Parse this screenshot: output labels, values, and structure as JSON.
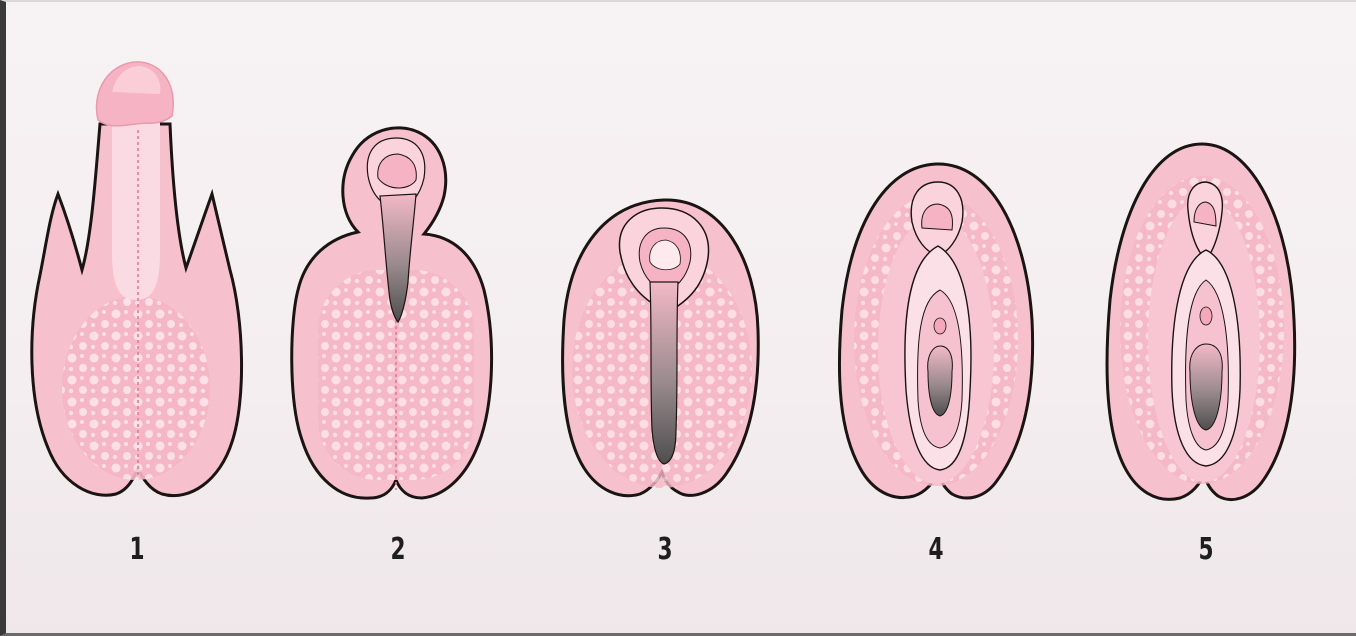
{
  "colors": {
    "skin": "#f7bfcc",
    "skin_light": "#fbd8e0",
    "skin_pale": "#fde9ee",
    "outline": "#1a1414",
    "dark_opening": "#6a6a6a",
    "background": "#f4eef0"
  },
  "stages": [
    {
      "label": "1"
    },
    {
      "label": "2"
    },
    {
      "label": "3"
    },
    {
      "label": "4"
    },
    {
      "label": "5"
    }
  ]
}
